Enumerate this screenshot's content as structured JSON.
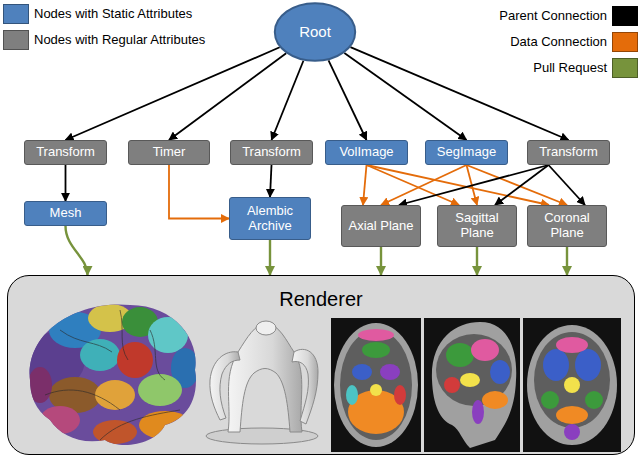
{
  "diagram": {
    "nodes": [
      {
        "text": [
          "Root"
        ]
      },
      {
        "text": [
          "Transform"
        ]
      },
      {
        "text": [
          "Timer"
        ]
      },
      {
        "text": [
          "Transform"
        ]
      },
      {
        "text": [
          "VolImage"
        ]
      },
      {
        "text": [
          "SegImage"
        ]
      },
      {
        "text": [
          "Transform"
        ]
      },
      {
        "text": [
          "Mesh"
        ]
      },
      {
        "text": [
          "Alembic Archive"
        ]
      },
      {
        "text": [
          "Axial Plane"
        ]
      },
      {
        "text": [
          "Sagittal Plane"
        ]
      },
      {
        "text": [
          "Coronal Plane"
        ]
      },
      {
        "text": [
          "Renderer"
        ]
      }
    ],
    "edges": [
      {
        "from": 0,
        "to": 1,
        "arrow": "to"
      },
      {
        "from": 0,
        "to": 2,
        "arrow": "to"
      },
      {
        "from": 0,
        "to": 3,
        "arrow": "to"
      },
      {
        "from": 0,
        "to": 4,
        "arrow": "to"
      },
      {
        "from": 0,
        "to": 5,
        "arrow": "to"
      },
      {
        "from": 0,
        "to": 6,
        "arrow": "to"
      },
      {
        "from": 1,
        "to": 7,
        "arrow": "to"
      },
      {
        "from": 2,
        "to": 8,
        "arrow": "to"
      },
      {
        "from": 3,
        "to": 8,
        "arrow": "to"
      },
      {
        "from": 4,
        "to": 9,
        "arrow": "to"
      },
      {
        "from": 4,
        "to": 10,
        "arrow": "to"
      },
      {
        "from": 4,
        "to": 11,
        "arrow": "to"
      },
      {
        "from": 5,
        "to": 9,
        "arrow": "to"
      },
      {
        "from": 5,
        "to": 10,
        "arrow": "to"
      },
      {
        "from": 5,
        "to": 11,
        "arrow": "to"
      },
      {
        "from": 6,
        "to": 9,
        "arrow": "to"
      },
      {
        "from": 6,
        "to": 10,
        "arrow": "to"
      },
      {
        "from": 6,
        "to": 11,
        "arrow": "to"
      },
      {
        "from": 7,
        "to": 12,
        "arrow": "to"
      },
      {
        "from": 8,
        "to": 12,
        "arrow": "to"
      },
      {
        "from": 9,
        "to": 12,
        "arrow": "to"
      },
      {
        "from": 10,
        "to": 12,
        "arrow": "to"
      },
      {
        "from": 11,
        "to": 12,
        "arrow": "to"
      }
    ],
    "legend": [
      {
        "text": "Nodes with Static Attributes",
        "color": "#4f81bd"
      },
      {
        "text": "Nodes with Regular Attributes",
        "color": "#7f7f7f"
      },
      {
        "text": "Parent Connection",
        "color": "#000000"
      },
      {
        "text": "Data Connection",
        "color": "#e46c0a"
      },
      {
        "text": "Pull Request",
        "color": "#77933c"
      }
    ]
  }
}
